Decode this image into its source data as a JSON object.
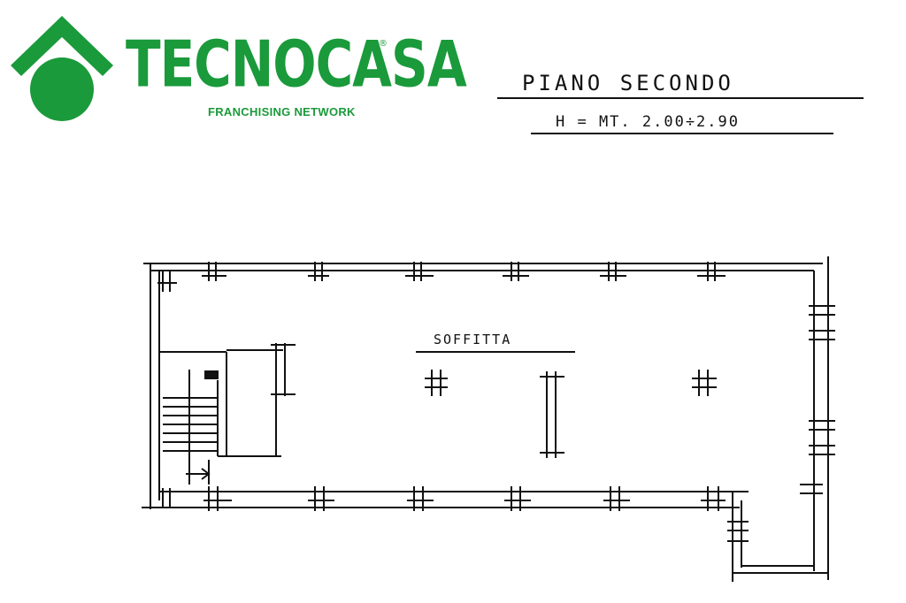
{
  "logo": {
    "brand": "TECNOCASA",
    "registered": "®",
    "tagline": "FRANCHISING NETWORK",
    "color": "#1a9a3a"
  },
  "header": {
    "floor": "PIANO SECONDO",
    "height": "H = MT. 2.00÷2.90"
  },
  "plan": {
    "room_label": "SOFFITTA",
    "line_color": "#111111"
  }
}
